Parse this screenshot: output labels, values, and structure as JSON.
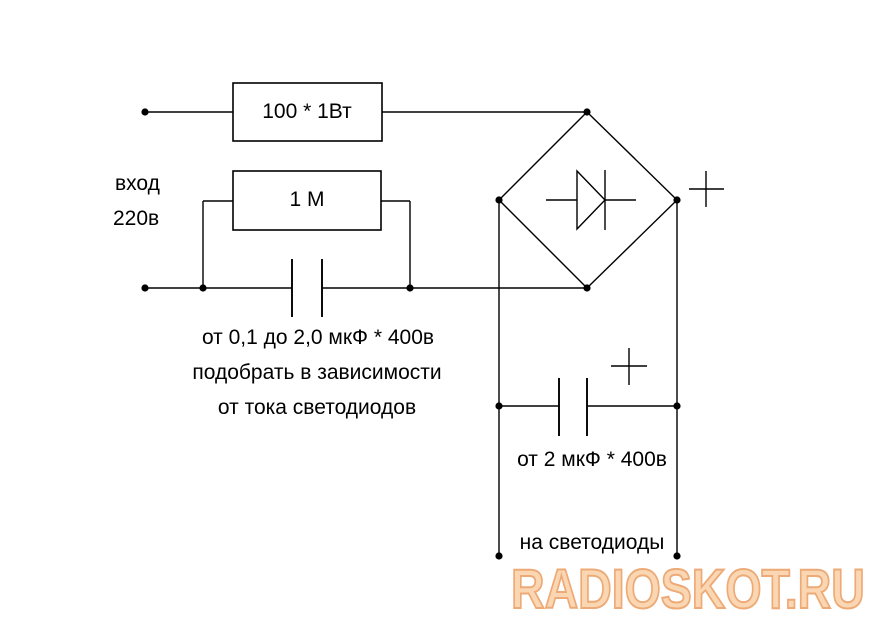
{
  "schematic": {
    "input_label": {
      "line1": "вход",
      "line2": "220в"
    },
    "series_resistor_label": "100 * 1Вт",
    "parallel_resistor_label": "1 М",
    "dropper_cap_note": {
      "line1": "от 0,1 до 2,0 мкФ * 400в",
      "line2": "подобрать в зависимости",
      "line3": "от тока светодиодов"
    },
    "filter_cap_label": "от 2 мкФ * 400в",
    "output_label": "на светодиоды"
  },
  "watermark": {
    "text": "RADIOSKOT.RU",
    "fill": "#fad7b2",
    "stroke": "#edaa76"
  },
  "colors": {
    "line": "#000000",
    "background": "#ffffff"
  }
}
